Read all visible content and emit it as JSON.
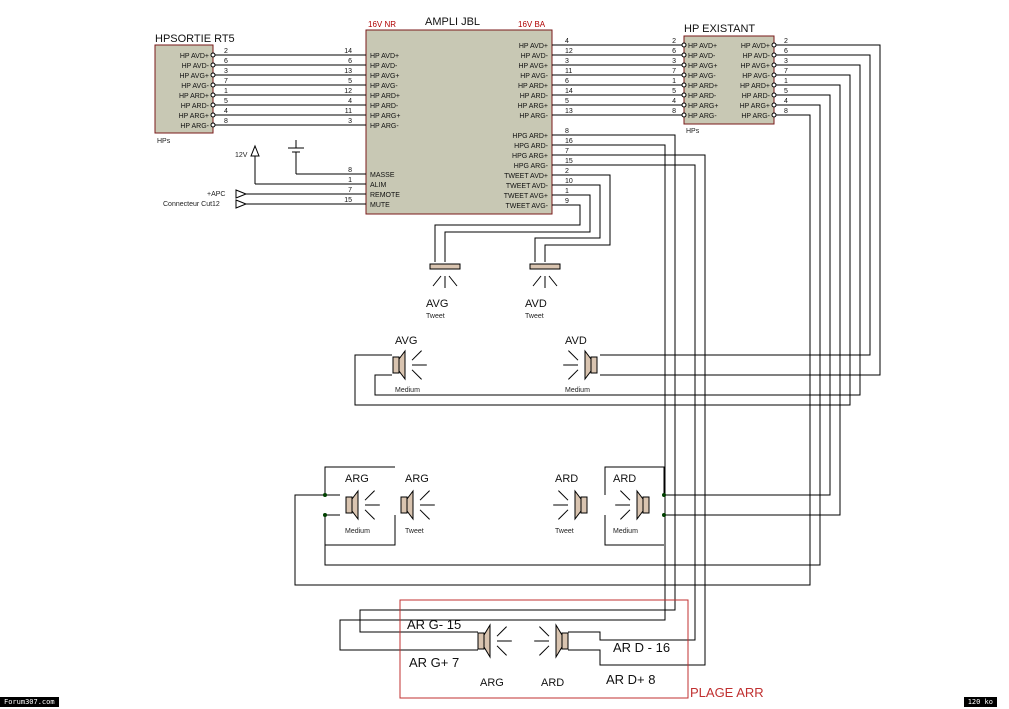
{
  "ampli": {
    "title": "AMPLI JBL",
    "nr": "16V NR",
    "ba": "16V BA",
    "left_pins": [
      {
        "label": "HP AVD+",
        "num": "14"
      },
      {
        "label": "HP AVD-",
        "num": "6"
      },
      {
        "label": "HP AVG+",
        "num": "13"
      },
      {
        "label": "HP AVG-",
        "num": "5"
      },
      {
        "label": "HP ARD+",
        "num": "12"
      },
      {
        "label": "HP ARD-",
        "num": "4"
      },
      {
        "label": "HP ARG+",
        "num": "11"
      },
      {
        "label": "HP ARG-",
        "num": "3"
      }
    ],
    "ctrl_pins": [
      {
        "label": "MASSE",
        "num": "8"
      },
      {
        "label": "ALIM",
        "num": "1"
      },
      {
        "label": "REMOTE",
        "num": "7"
      },
      {
        "label": "MUTE",
        "num": "15"
      }
    ],
    "right_pins": [
      {
        "label": "HP AVD+",
        "num": "4"
      },
      {
        "label": "HP AVD-",
        "num": "12"
      },
      {
        "label": "HP AVG+",
        "num": "3"
      },
      {
        "label": "HP AVG-",
        "num": "11"
      },
      {
        "label": "HP ARD+",
        "num": "6"
      },
      {
        "label": "HP ARD-",
        "num": "14"
      },
      {
        "label": "HP ARG+",
        "num": "5"
      },
      {
        "label": "HP ARG-",
        "num": "13"
      }
    ],
    "right_pins2": [
      {
        "label": "HPG ARD+",
        "num": "8"
      },
      {
        "label": "HPG ARD-",
        "num": "16"
      },
      {
        "label": "HPG ARG+",
        "num": "7"
      },
      {
        "label": "HPG ARG-",
        "num": "15"
      },
      {
        "label": "TWEET AVD+",
        "num": "2"
      },
      {
        "label": "TWEET AVD-",
        "num": "10"
      },
      {
        "label": "TWEET AVG+",
        "num": "1"
      },
      {
        "label": "TWEET AVG-",
        "num": "9"
      }
    ]
  },
  "rt5": {
    "title": "HPSORTIE RT5",
    "sub": "HPs",
    "pins": [
      {
        "label": "HP AVD+",
        "num": "2"
      },
      {
        "label": "HP AVD-",
        "num": "6"
      },
      {
        "label": "HP AVG+",
        "num": "3"
      },
      {
        "label": "HP AVG-",
        "num": "7"
      },
      {
        "label": "HP ARD+",
        "num": "1"
      },
      {
        "label": "HP ARD-",
        "num": "5"
      },
      {
        "label": "HP ARG+",
        "num": "4"
      },
      {
        "label": "HP ARG-",
        "num": "8"
      }
    ]
  },
  "existant": {
    "title": "HP EXISTANT",
    "sub": "HPs",
    "left_pins": [
      {
        "label": "HP AVD+",
        "num": "2"
      },
      {
        "label": "HP AVD-",
        "num": "6"
      },
      {
        "label": "HP AVG+",
        "num": "3"
      },
      {
        "label": "HP AVG-",
        "num": "7"
      },
      {
        "label": "HP ARD+",
        "num": "1"
      },
      {
        "label": "HP ARD-",
        "num": "5"
      },
      {
        "label": "HP ARG+",
        "num": "4"
      },
      {
        "label": "HP ARG-",
        "num": "8"
      }
    ],
    "right_pins": [
      {
        "label": "HP AVD+",
        "num": "2"
      },
      {
        "label": "HP AVD-",
        "num": "6"
      },
      {
        "label": "HP AVG+",
        "num": "3"
      },
      {
        "label": "HP AVG-",
        "num": "7"
      },
      {
        "label": "HP ARD+",
        "num": "1"
      },
      {
        "label": "HP ARD-",
        "num": "5"
      },
      {
        "label": "HP ARG+",
        "num": "4"
      },
      {
        "label": "HP ARG-",
        "num": "8"
      }
    ]
  },
  "power": {
    "v12": "12V",
    "apc": "+APC",
    "connector": "Connecteur Cut12"
  },
  "speakers": {
    "tweet_avg": {
      "name": "AVG",
      "kind": "Tweet"
    },
    "tweet_avd": {
      "name": "AVD",
      "kind": "Tweet"
    },
    "med_avg": {
      "name": "AVG",
      "kind": "Medium"
    },
    "med_avd": {
      "name": "AVD",
      "kind": "Medium"
    },
    "med_arg": {
      "name": "ARG",
      "kind": "Medium"
    },
    "tw_arg": {
      "name": "ARG",
      "kind": "Tweet"
    },
    "tw_ard": {
      "name": "ARD",
      "kind": "Tweet"
    },
    "med_ard": {
      "name": "ARD",
      "kind": "Medium"
    }
  },
  "plage": {
    "label": "PLAGE ARR",
    "arg_minus": "AR G-  15",
    "arg_plus": "AR G+  7",
    "ard_minus": "AR D -  16",
    "ard_plus": "AR D+   8",
    "arg": "ARG",
    "ard": "ARD"
  },
  "footer": {
    "left": "Forum307.com",
    "right": "120 ko"
  },
  "colors": {
    "chip_fill": "#c8c8b4",
    "box_stroke": "#7a1a1a",
    "wire": "#000000",
    "plage_box": "#c03030"
  }
}
